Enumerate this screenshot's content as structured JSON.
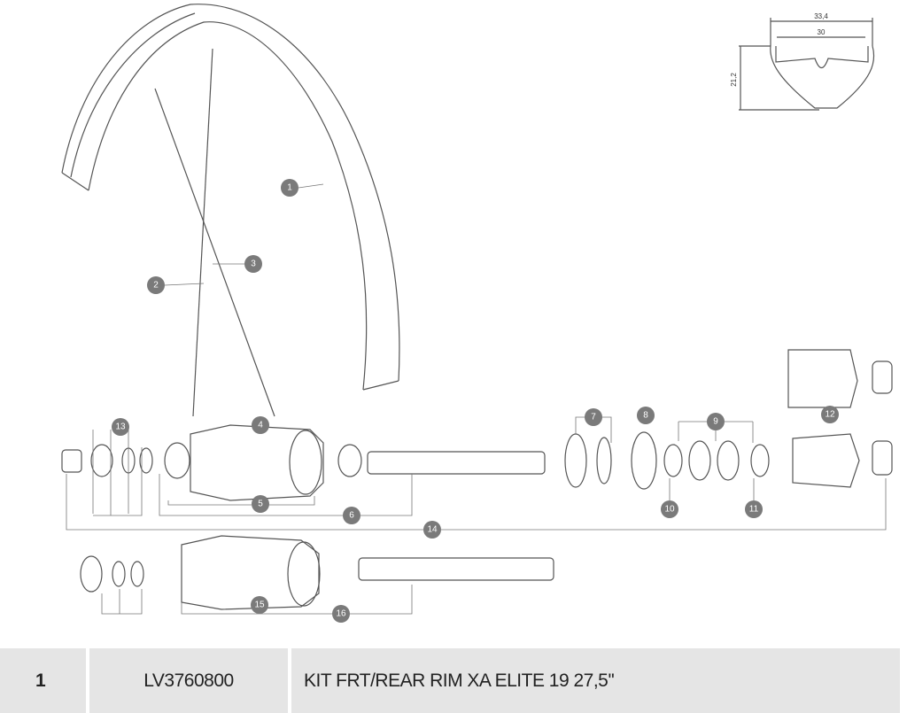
{
  "rim_profile": {
    "outer_width": "33,4",
    "inner_width": "30",
    "height": "21,2"
  },
  "callouts": [
    "1",
    "2",
    "3",
    "4",
    "5",
    "6",
    "7",
    "8",
    "9",
    "10",
    "11",
    "12",
    "13",
    "14",
    "15",
    "16"
  ],
  "parts_table": {
    "rows": [
      {
        "ref": "1",
        "code": "LV3760800",
        "description": "KIT FRT/REAR RIM XA ELITE 19 27,5''"
      }
    ]
  },
  "colors": {
    "callout": "#7a7a7a",
    "line": "#555555",
    "table_bg": "#e5e5e5"
  }
}
